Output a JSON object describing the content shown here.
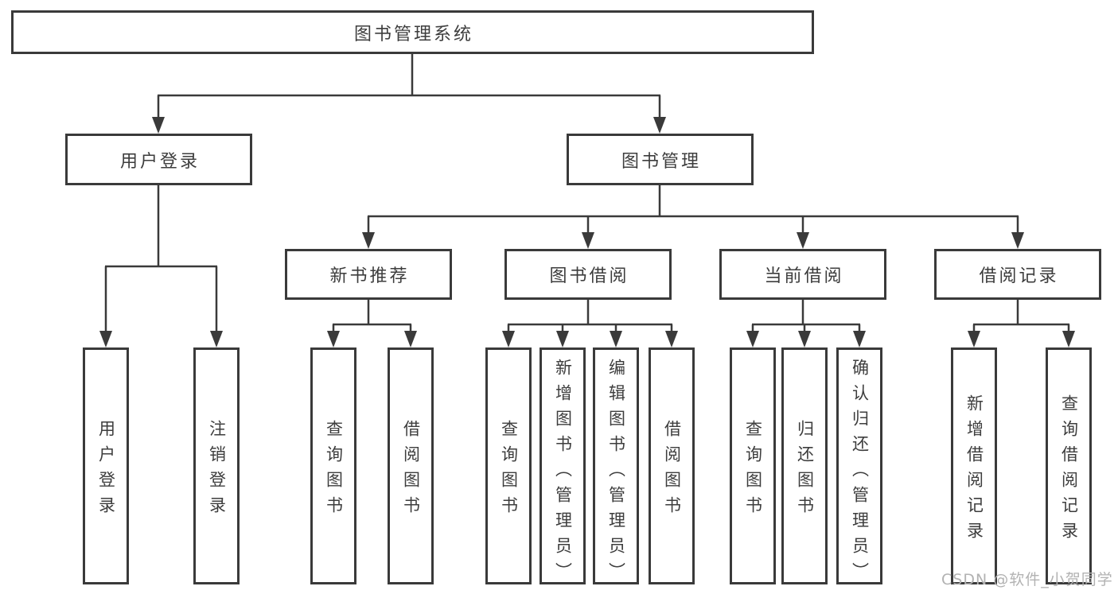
{
  "colors": {
    "line": "#3a3a3a",
    "text": "#3d3d3d",
    "watermark": "#b2b2b2",
    "background": "#ffffff"
  },
  "watermark": {
    "text": "CSDN @软件_小贺同学"
  },
  "tree": {
    "root": {
      "label": "图书管理系统"
    },
    "children": [
      {
        "label": "用户登录",
        "children": [
          {
            "label": "用户登录"
          },
          {
            "label": "注销登录"
          }
        ]
      },
      {
        "label": "图书管理",
        "children": [
          {
            "label": "新书推荐",
            "children": [
              {
                "label": "查询图书"
              },
              {
                "label": "借阅图书"
              }
            ]
          },
          {
            "label": "图书借阅",
            "children": [
              {
                "label": "查询图书"
              },
              {
                "label": "新增图书（管理员）"
              },
              {
                "label": "编辑图书（管理员）"
              },
              {
                "label": "借阅图书"
              }
            ]
          },
          {
            "label": "当前借阅",
            "children": [
              {
                "label": "查询图书"
              },
              {
                "label": "归还图书"
              },
              {
                "label": "确认归还（管理员）"
              }
            ]
          },
          {
            "label": "借阅记录",
            "children": [
              {
                "label": "新增借阅记录"
              },
              {
                "label": "查询借阅记录"
              }
            ]
          }
        ]
      }
    ]
  }
}
